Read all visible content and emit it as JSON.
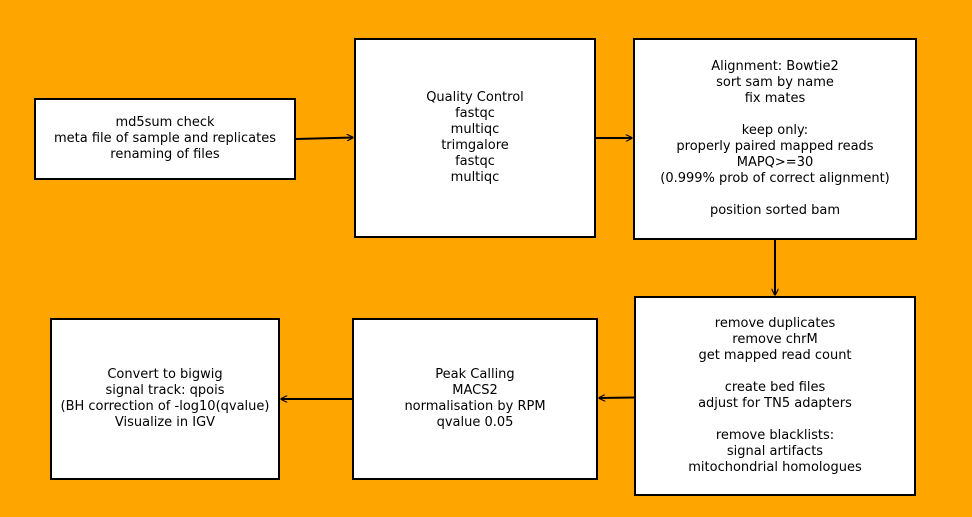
{
  "boxes": [
    {
      "id": "b1",
      "name": "box-md5sum-check",
      "lines": [
        "md5sum check",
        "meta file of sample and replicates",
        "renaming of files"
      ]
    },
    {
      "id": "b2",
      "name": "box-quality-control",
      "lines": [
        "Quality Control",
        "fastqc",
        "multiqc",
        "trimgalore",
        "fastqc",
        "multiqc"
      ]
    },
    {
      "id": "b3",
      "name": "box-alignment",
      "lines": [
        "Alignment: Bowtie2",
        "sort sam by name",
        "fix mates",
        "",
        "keep only:",
        "properly paired mapped reads",
        "MAPQ>=30",
        "(0.999% prob of correct alignment)",
        "",
        "position sorted bam"
      ]
    },
    {
      "id": "b4",
      "name": "box-filtering",
      "lines": [
        "remove duplicates",
        "remove chrM",
        "get mapped read count",
        "",
        "create bed files",
        "adjust for TN5 adapters",
        "",
        "remove blacklists:",
        "signal artifacts",
        "mitochondrial homologues"
      ]
    },
    {
      "id": "b5",
      "name": "box-peak-calling",
      "lines": [
        "Peak Calling",
        "MACS2",
        "normalisation by RPM",
        "qvalue 0.05"
      ]
    },
    {
      "id": "b6",
      "name": "box-bigwig",
      "lines": [
        "Convert to bigwig",
        "signal track: qpois",
        "(BH correction of -log10(qvalue)",
        "Visualize in IGV"
      ]
    }
  ],
  "colors": {
    "background": "#FFA500",
    "box_fill": "#ffffff",
    "stroke": "#000000"
  }
}
